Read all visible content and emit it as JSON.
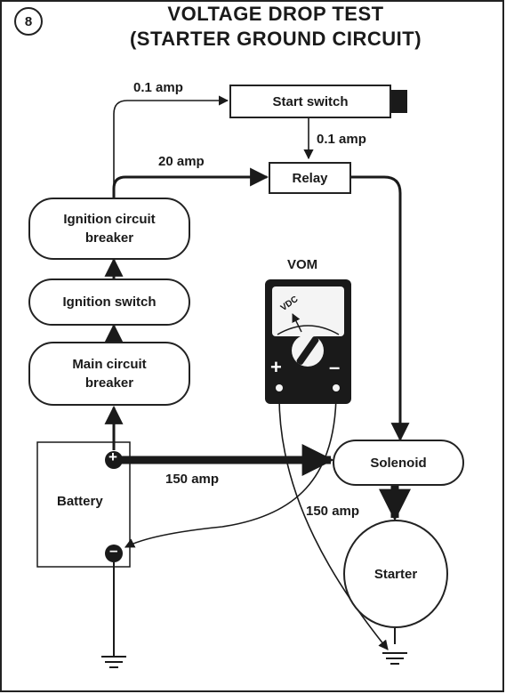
{
  "figure": {
    "step_number": "8",
    "title_line1": "VOLTAGE DROP TEST",
    "title_line2": "(STARTER GROUND CIRCUIT)"
  },
  "components": {
    "start_switch": "Start switch",
    "relay": "Relay",
    "ignition_circuit_breaker_1": "Ignition circuit",
    "ignition_circuit_breaker_2": "breaker",
    "ignition_switch": "Ignition switch",
    "main_circuit_breaker_1": "Main circuit",
    "main_circuit_breaker_2": "breaker",
    "battery": "Battery",
    "solenoid": "Solenoid",
    "starter": "Starter",
    "vom": "VOM"
  },
  "meter": {
    "scale_label": "VDC",
    "plus": "+",
    "minus": "–"
  },
  "currents": {
    "to_start_switch": "0.1 amp",
    "start_switch_to_relay": "0.1 amp",
    "to_relay": "20 amp",
    "battery_to_solenoid": "150 amp",
    "solenoid_to_starter": "150 amp"
  },
  "terminals": {
    "positive": "+",
    "negative": "–"
  }
}
